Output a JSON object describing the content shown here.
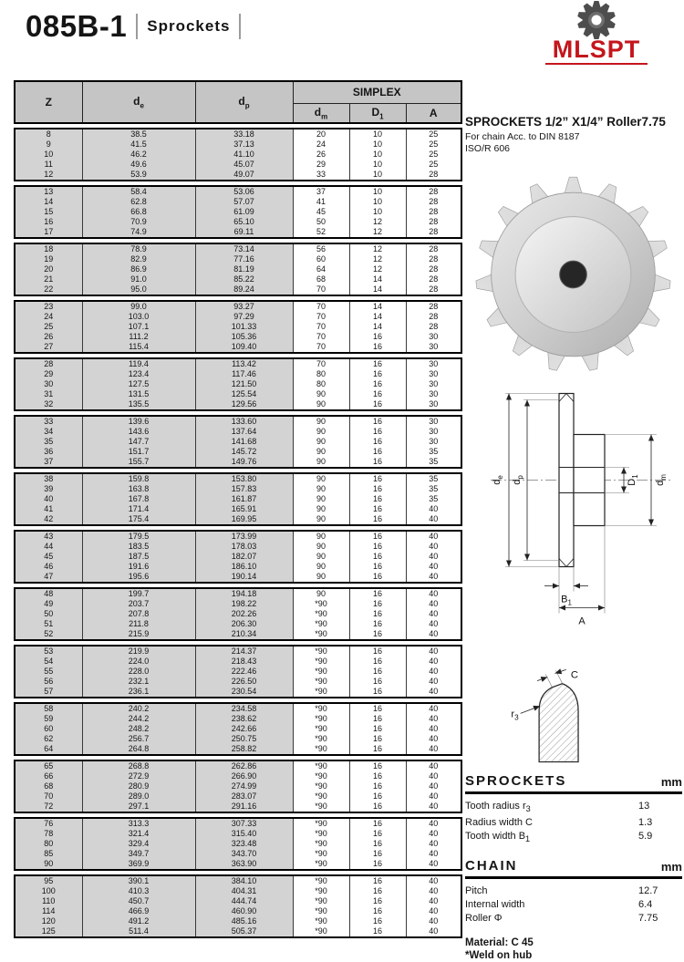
{
  "page": {
    "model": "085B-1",
    "category": "Sprockets"
  },
  "logo": {
    "text": "MLSPT"
  },
  "product": {
    "heading": "SPROCKETS 1/2” X1/4” Roller7.75",
    "chain_note": "For chain Acc. to DIN 8187",
    "standard": "ISO/R 606"
  },
  "table": {
    "simplex": "SIMPLEX",
    "headers": {
      "z": "Z",
      "de": {
        "base": "d",
        "sub": "e"
      },
      "dp": {
        "base": "d",
        "sub": "p"
      },
      "dm": {
        "base": "d",
        "sub": "m"
      },
      "d1": {
        "base": "D",
        "sub": "1"
      },
      "a": "A"
    },
    "groups": [
      [
        [
          "8",
          "38.5",
          "33.18",
          "20",
          "10",
          "25"
        ],
        [
          "9",
          "41.5",
          "37.13",
          "24",
          "10",
          "25"
        ],
        [
          "10",
          "46.2",
          "41.10",
          "26",
          "10",
          "25"
        ],
        [
          "11",
          "49.6",
          "45.07",
          "29",
          "10",
          "25"
        ],
        [
          "12",
          "53.9",
          "49.07",
          "33",
          "10",
          "28"
        ]
      ],
      [
        [
          "13",
          "58.4",
          "53.06",
          "37",
          "10",
          "28"
        ],
        [
          "14",
          "62.8",
          "57.07",
          "41",
          "10",
          "28"
        ],
        [
          "15",
          "66.8",
          "61.09",
          "45",
          "10",
          "28"
        ],
        [
          "16",
          "70.9",
          "65.10",
          "50",
          "12",
          "28"
        ],
        [
          "17",
          "74.9",
          "69.11",
          "52",
          "12",
          "28"
        ]
      ],
      [
        [
          "18",
          "78.9",
          "73.14",
          "56",
          "12",
          "28"
        ],
        [
          "19",
          "82.9",
          "77.16",
          "60",
          "12",
          "28"
        ],
        [
          "20",
          "86.9",
          "81.19",
          "64",
          "12",
          "28"
        ],
        [
          "21",
          "91.0",
          "85.22",
          "68",
          "14",
          "28"
        ],
        [
          "22",
          "95.0",
          "89.24",
          "70",
          "14",
          "28"
        ]
      ],
      [
        [
          "23",
          "99.0",
          "93.27",
          "70",
          "14",
          "28"
        ],
        [
          "24",
          "103.0",
          "97.29",
          "70",
          "14",
          "28"
        ],
        [
          "25",
          "107.1",
          "101.33",
          "70",
          "14",
          "28"
        ],
        [
          "26",
          "111.2",
          "105.36",
          "70",
          "16",
          "30"
        ],
        [
          "27",
          "115.4",
          "109.40",
          "70",
          "16",
          "30"
        ]
      ],
      [
        [
          "28",
          "119.4",
          "113.42",
          "70",
          "16",
          "30"
        ],
        [
          "29",
          "123.4",
          "117.46",
          "80",
          "16",
          "30"
        ],
        [
          "30",
          "127.5",
          "121.50",
          "80",
          "16",
          "30"
        ],
        [
          "31",
          "131.5",
          "125.54",
          "90",
          "16",
          "30"
        ],
        [
          "32",
          "135.5",
          "129.56",
          "90",
          "16",
          "30"
        ]
      ],
      [
        [
          "33",
          "139.6",
          "133.60",
          "90",
          "16",
          "30"
        ],
        [
          "34",
          "143.6",
          "137.64",
          "90",
          "16",
          "30"
        ],
        [
          "35",
          "147.7",
          "141.68",
          "90",
          "16",
          "30"
        ],
        [
          "36",
          "151.7",
          "145.72",
          "90",
          "16",
          "35"
        ],
        [
          "37",
          "155.7",
          "149.76",
          "90",
          "16",
          "35"
        ]
      ],
      [
        [
          "38",
          "159.8",
          "153.80",
          "90",
          "16",
          "35"
        ],
        [
          "39",
          "163.8",
          "157.83",
          "90",
          "16",
          "35"
        ],
        [
          "40",
          "167.8",
          "161.87",
          "90",
          "16",
          "35"
        ],
        [
          "41",
          "171.4",
          "165.91",
          "90",
          "16",
          "40"
        ],
        [
          "42",
          "175.4",
          "169.95",
          "90",
          "16",
          "40"
        ]
      ],
      [
        [
          "43",
          "179.5",
          "173.99",
          "90",
          "16",
          "40"
        ],
        [
          "44",
          "183.5",
          "178.03",
          "90",
          "16",
          "40"
        ],
        [
          "45",
          "187.5",
          "182.07",
          "90",
          "16",
          "40"
        ],
        [
          "46",
          "191.6",
          "186.10",
          "90",
          "16",
          "40"
        ],
        [
          "47",
          "195.6",
          "190.14",
          "90",
          "16",
          "40"
        ]
      ],
      [
        [
          "48",
          "199.7",
          "194.18",
          "90",
          "16",
          "40"
        ],
        [
          "49",
          "203.7",
          "198.22",
          "*90",
          "16",
          "40"
        ],
        [
          "50",
          "207.8",
          "202.26",
          "*90",
          "16",
          "40"
        ],
        [
          "51",
          "211.8",
          "206.30",
          "*90",
          "16",
          "40"
        ],
        [
          "52",
          "215.9",
          "210.34",
          "*90",
          "16",
          "40"
        ]
      ],
      [
        [
          "53",
          "219.9",
          "214.37",
          "*90",
          "16",
          "40"
        ],
        [
          "54",
          "224.0",
          "218.43",
          "*90",
          "16",
          "40"
        ],
        [
          "55",
          "228.0",
          "222.46",
          "*90",
          "16",
          "40"
        ],
        [
          "56",
          "232.1",
          "226.50",
          "*90",
          "16",
          "40"
        ],
        [
          "57",
          "236.1",
          "230.54",
          "*90",
          "16",
          "40"
        ]
      ],
      [
        [
          "58",
          "240.2",
          "234.58",
          "*90",
          "16",
          "40"
        ],
        [
          "59",
          "244.2",
          "238.62",
          "*90",
          "16",
          "40"
        ],
        [
          "60",
          "248.2",
          "242.66",
          "*90",
          "16",
          "40"
        ],
        [
          "62",
          "256.7",
          "250.75",
          "*90",
          "16",
          "40"
        ],
        [
          "64",
          "264.8",
          "258.82",
          "*90",
          "16",
          "40"
        ]
      ],
      [
        [
          "65",
          "268.8",
          "262.86",
          "*90",
          "16",
          "40"
        ],
        [
          "66",
          "272.9",
          "266.90",
          "*90",
          "16",
          "40"
        ],
        [
          "68",
          "280.9",
          "274.99",
          "*90",
          "16",
          "40"
        ],
        [
          "70",
          "289.0",
          "283.07",
          "*90",
          "16",
          "40"
        ],
        [
          "72",
          "297.1",
          "291.16",
          "*90",
          "16",
          "40"
        ]
      ],
      [
        [
          "76",
          "313.3",
          "307.33",
          "*90",
          "16",
          "40"
        ],
        [
          "78",
          "321.4",
          "315.40",
          "*90",
          "16",
          "40"
        ],
        [
          "80",
          "329.4",
          "323.48",
          "*90",
          "16",
          "40"
        ],
        [
          "85",
          "349.7",
          "343.70",
          "*90",
          "16",
          "40"
        ],
        [
          "90",
          "369.9",
          "363.90",
          "*90",
          "16",
          "40"
        ]
      ],
      [
        [
          "95",
          "390.1",
          "384.10",
          "*90",
          "16",
          "40"
        ],
        [
          "100",
          "410.3",
          "404.31",
          "*90",
          "16",
          "40"
        ],
        [
          "110",
          "450.7",
          "444.74",
          "*90",
          "16",
          "40"
        ],
        [
          "114",
          "466.9",
          "460.90",
          "*90",
          "16",
          "40"
        ],
        [
          "120",
          "491.2",
          "485.16",
          "*90",
          "16",
          "40"
        ],
        [
          "125",
          "511.4",
          "505.37",
          "*90",
          "16",
          "40"
        ]
      ]
    ]
  },
  "drawing": {
    "labels": {
      "de": {
        "base": "d",
        "sub": "e"
      },
      "dp": {
        "base": "d",
        "sub": "p"
      },
      "d1": {
        "base": "D",
        "sub": "1"
      },
      "dm": {
        "base": "d",
        "sub": "m"
      },
      "b1": {
        "base": "B",
        "sub": "1"
      },
      "a": "A"
    },
    "detail": {
      "c": "C",
      "r3": {
        "base": "r",
        "sub": "3"
      }
    }
  },
  "specs": {
    "sprockets": {
      "title": "SPROCKETS",
      "unit": "mm",
      "rows": [
        {
          "label": "Tooth radius r",
          "sub": "3",
          "value": "13"
        },
        {
          "label": "Radius width C",
          "sub": "",
          "value": "1.3"
        },
        {
          "label": "Tooth width B",
          "sub": "1",
          "value": "5.9"
        }
      ]
    },
    "chain": {
      "title": "CHAIN",
      "unit": "mm",
      "rows": [
        {
          "label": "Pitch",
          "sub": "",
          "value": "12.7"
        },
        {
          "label": "Internal width",
          "sub": "",
          "value": "6.4"
        },
        {
          "label": "Roller Φ",
          "sub": "",
          "value": "7.75"
        }
      ]
    },
    "material": "Material: C 45",
    "weld_note": "*Weld on hub"
  },
  "colors": {
    "accent_red": "#c4161c",
    "header_gray": "#c5c5c5",
    "cell_gray": "#d3d3d3"
  }
}
